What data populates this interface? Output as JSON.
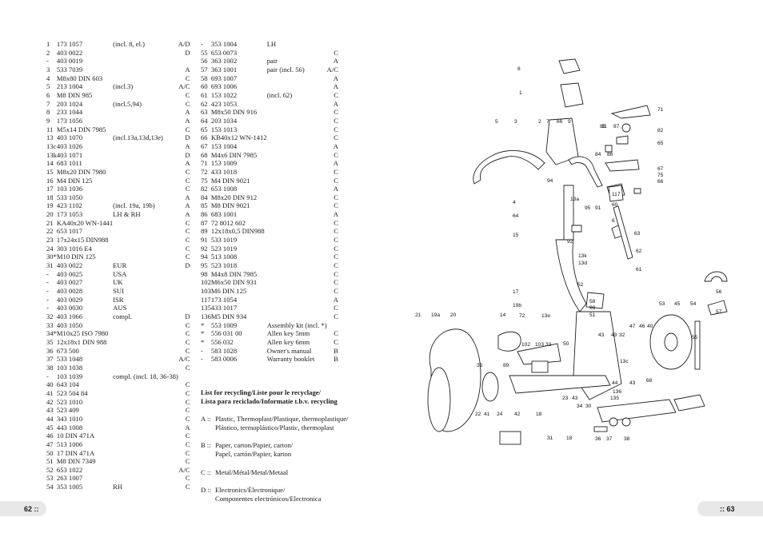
{
  "left_table": [
    {
      "pos": "1",
      "code": "173 1057",
      "desc": "(incl. 8, el.)",
      "cls": "A/D"
    },
    {
      "pos": "2",
      "code": "403 0022",
      "desc": "",
      "cls": "D"
    },
    {
      "pos": "-",
      "code": "403 0019",
      "desc": "",
      "cls": ""
    },
    {
      "pos": "3",
      "code": "533 7039",
      "desc": "",
      "cls": "A"
    },
    {
      "pos": "4",
      "code": "M8x80 DIN 603",
      "desc": "",
      "cls": "C"
    },
    {
      "pos": "5",
      "code": "213 1004",
      "desc": "(incl.3)",
      "cls": "A/C"
    },
    {
      "pos": "6",
      "code": "M8 DIN 985",
      "desc": "",
      "cls": "C"
    },
    {
      "pos": "7",
      "code": "203 1024",
      "desc": "(incl.5,94)",
      "cls": "C"
    },
    {
      "pos": "8",
      "code": "233 1044",
      "desc": "",
      "cls": "A"
    },
    {
      "pos": "9",
      "code": "173 1056",
      "desc": "",
      "cls": "A"
    },
    {
      "pos": "11",
      "code": "M5x14 DIN 7985",
      "desc": "",
      "cls": "C"
    },
    {
      "pos": "13",
      "code": "403 1070",
      "desc": "(incl.13a,13d,13e)",
      "cls": "D"
    },
    {
      "pos": "13c",
      "code": "403 1026",
      "desc": "",
      "cls": "A"
    },
    {
      "pos": "13k",
      "code": "403 1071",
      "desc": "",
      "cls": "D"
    },
    {
      "pos": "14",
      "code": "683 1011",
      "desc": "",
      "cls": "A"
    },
    {
      "pos": "15",
      "code": "M8x20 DIN 7980",
      "desc": "",
      "cls": "C"
    },
    {
      "pos": "16",
      "code": "M4 DIN 125",
      "desc": "",
      "cls": "C"
    },
    {
      "pos": "17",
      "code": "103 1036",
      "desc": "",
      "cls": "C"
    },
    {
      "pos": "18",
      "code": "533 1050",
      "desc": "",
      "cls": "A"
    },
    {
      "pos": "19",
      "code": "423 1102",
      "desc": "(incl. 19a, 19b)",
      "cls": "A"
    },
    {
      "pos": "20",
      "code": "173 1053",
      "desc": "LH & RH",
      "cls": "A"
    },
    {
      "pos": "21",
      "code": "KA40x20 WN-1441",
      "desc": "",
      "cls": "C"
    },
    {
      "pos": "22",
      "code": "653 1017",
      "desc": "",
      "cls": "C"
    },
    {
      "pos": "23",
      "code": "17x24x15 DIN988",
      "desc": "",
      "cls": "C"
    },
    {
      "pos": "24",
      "code": "303 1016 E4",
      "desc": "",
      "cls": "C"
    },
    {
      "pos": "30*",
      "code": "M10 DIN 125",
      "desc": "",
      "cls": "C"
    },
    {
      "pos": "31",
      "code": "403 0022",
      "desc": "EUR",
      "cls": "D"
    },
    {
      "pos": "-",
      "code": "403 0025",
      "desc": "USA",
      "cls": ""
    },
    {
      "pos": "-",
      "code": "403 0027",
      "desc": "UK",
      "cls": ""
    },
    {
      "pos": "-",
      "code": "403 0028",
      "desc": "SUI",
      "cls": ""
    },
    {
      "pos": "-",
      "code": "403 0029",
      "desc": "ISR",
      "cls": ""
    },
    {
      "pos": "-",
      "code": "403 0030",
      "desc": "AUS",
      "cls": ""
    },
    {
      "pos": "32",
      "code": "403 1066",
      "desc": "compl.",
      "cls": "D"
    },
    {
      "pos": "33",
      "code": "403 1050",
      "desc": "",
      "cls": "C"
    },
    {
      "pos": "34*",
      "code": "M10x25 ISO 7980",
      "desc": "",
      "cls": "C"
    },
    {
      "pos": "35",
      "code": "12x18x1 DIN 988",
      "desc": "",
      "cls": "C"
    },
    {
      "pos": "36",
      "code": "673 500",
      "desc": "",
      "cls": "C"
    },
    {
      "pos": "37",
      "code": "533 1048",
      "desc": "",
      "cls": "A/C"
    },
    {
      "pos": "38",
      "code": "103 1038",
      "desc": "",
      "cls": "C"
    },
    {
      "pos": "-",
      "code": "103 1039",
      "desc": "compl. (incl. 18, 36-38)",
      "cls": ""
    },
    {
      "pos": "40",
      "code": "643 104",
      "desc": "",
      "cls": "C"
    },
    {
      "pos": "41",
      "code": "523 504 84",
      "desc": "",
      "cls": "C"
    },
    {
      "pos": "42",
      "code": "523 1010",
      "desc": "",
      "cls": "C"
    },
    {
      "pos": "43",
      "code": "523 409",
      "desc": "",
      "cls": "C"
    },
    {
      "pos": "44",
      "code": "343 1010",
      "desc": "",
      "cls": "C"
    },
    {
      "pos": "45",
      "code": "443 1008",
      "desc": "",
      "cls": "A"
    },
    {
      "pos": "46",
      "code": "10 DIN 471A",
      "desc": "",
      "cls": "C"
    },
    {
      "pos": "47",
      "code": "513 1006",
      "desc": "",
      "cls": "C"
    },
    {
      "pos": "50",
      "code": "17 DIN 471A",
      "desc": "",
      "cls": "C"
    },
    {
      "pos": "51",
      "code": "M8 DIN 7349",
      "desc": "",
      "cls": "C"
    },
    {
      "pos": "52",
      "code": "653 1022",
      "desc": "",
      "cls": "A/C"
    },
    {
      "pos": "53",
      "code": "263 1007",
      "desc": "",
      "cls": "C"
    },
    {
      "pos": "54",
      "code": "353 1005",
      "desc": "RH",
      "cls": "C"
    }
  ],
  "right_table": [
    {
      "pos": "-",
      "code": "353 1004",
      "desc": "LH",
      "cls": ""
    },
    {
      "pos": "55",
      "code": "653 0073",
      "desc": "",
      "cls": "C"
    },
    {
      "pos": "56",
      "code": "363 1002",
      "desc": "pair",
      "cls": "A"
    },
    {
      "pos": "57",
      "code": "363 1001",
      "desc": "pair (incl. 56)",
      "cls": "A/C"
    },
    {
      "pos": "58",
      "code": "693 1007",
      "desc": "",
      "cls": "A"
    },
    {
      "pos": "60",
      "code": "693 1006",
      "desc": "",
      "cls": "A"
    },
    {
      "pos": "61",
      "code": "153 1022",
      "desc": "(incl. 62)",
      "cls": "C"
    },
    {
      "pos": "62",
      "code": "423 1053",
      "desc": "",
      "cls": "A"
    },
    {
      "pos": "63",
      "code": "M8x50 DIN 916",
      "desc": "",
      "cls": "C"
    },
    {
      "pos": "64",
      "code": "203 1034",
      "desc": "",
      "cls": "C"
    },
    {
      "pos": "65",
      "code": "153 1013",
      "desc": "",
      "cls": "C"
    },
    {
      "pos": "66",
      "code": "KB40x12 WN-1412",
      "desc": "",
      "cls": "C"
    },
    {
      "pos": "67",
      "code": "153 1004",
      "desc": "",
      "cls": "A"
    },
    {
      "pos": "68",
      "code": "M4x6 DIN 7985",
      "desc": "",
      "cls": "C"
    },
    {
      "pos": "71",
      "code": "153 1009",
      "desc": "",
      "cls": "A"
    },
    {
      "pos": "72",
      "code": "433 1018",
      "desc": "",
      "cls": "C"
    },
    {
      "pos": "75",
      "code": "M4 DIN 9021",
      "desc": "",
      "cls": "C"
    },
    {
      "pos": "82",
      "code": "653 1008",
      "desc": "",
      "cls": "A"
    },
    {
      "pos": "84",
      "code": "M8x20 DIN 912",
      "desc": "",
      "cls": "C"
    },
    {
      "pos": "85",
      "code": "M8 DIN 9021",
      "desc": "",
      "cls": "C"
    },
    {
      "pos": "86",
      "code": "683 1001",
      "desc": "",
      "cls": "A"
    },
    {
      "pos": "87",
      "code": "72 8012 602",
      "desc": "",
      "cls": "C"
    },
    {
      "pos": "89",
      "code": "12x18x0,5 DIN988",
      "desc": "",
      "cls": "C"
    },
    {
      "pos": "91",
      "code": "533 1019",
      "desc": "",
      "cls": "C"
    },
    {
      "pos": "92",
      "code": "523 1019",
      "desc": "",
      "cls": "C"
    },
    {
      "pos": "94",
      "code": "513 1008",
      "desc": "",
      "cls": "C"
    },
    {
      "pos": "95",
      "code": "523 1018",
      "desc": "",
      "cls": "C"
    },
    {
      "pos": "98",
      "code": "M4x8 DIN 7985",
      "desc": "",
      "cls": "C"
    },
    {
      "pos": "102",
      "code": "M6x50 DIN 931",
      "desc": "",
      "cls": "C"
    },
    {
      "pos": "103",
      "code": "M6 DIN 125",
      "desc": "",
      "cls": "C"
    },
    {
      "pos": "117",
      "code": "173 1054",
      "desc": "",
      "cls": "A"
    },
    {
      "pos": "135",
      "code": "433 1017",
      "desc": "",
      "cls": "C"
    },
    {
      "pos": "136",
      "code": "M5 DIN 934",
      "desc": "",
      "cls": "C"
    },
    {
      "pos": "*",
      "code": "553 1009",
      "desc": "Assembly kit (incl. *)",
      "cls": ""
    },
    {
      "pos": "*",
      "code": "556 031 00",
      "desc": "Allen key 5mm",
      "cls": "C"
    },
    {
      "pos": "*",
      "code": "556 032",
      "desc": "Allen key 6mm",
      "cls": "C"
    },
    {
      "pos": "-",
      "code": "583 1028",
      "desc": "Owner's manual",
      "cls": "B"
    },
    {
      "pos": "-",
      "code": "583 0006",
      "desc": "Warranty booklet",
      "cls": "B"
    }
  ],
  "recycling": {
    "title_line1": "List for recycling/Liste pour le recyclage/",
    "title_line2": "Lista para reciclado/Informatie t.b.v. recycling",
    "entries": [
      {
        "label": "A ::",
        "line1": "Plastic, Thermoplast/Plastique, thermoplastique/",
        "line2": "Plástico, termoplástico/Plastic, thermoplast"
      },
      {
        "label": "B ::",
        "line1": "Paper, carton/Papier, carton/",
        "line2": "Papel, cartón/Papier, karton"
      },
      {
        "label": "C ::",
        "line1": "Metal/Métal/Metal/Metaal",
        "line2": ""
      },
      {
        "label": "D ::",
        "line1": "Electronics/Électronique/",
        "line2": "Componentes electrónicos/Electronica"
      }
    ]
  },
  "page_numbers": {
    "left": "62 ::",
    "right": ":: 63"
  },
  "callouts": [
    "8",
    "1",
    "71",
    "5",
    "3",
    "2",
    "7",
    "66",
    "9",
    "11",
    "85",
    "87",
    "82",
    "84",
    "86",
    "65",
    "67",
    "75",
    "66",
    "94",
    "117",
    "4",
    "13a",
    "95",
    "91",
    "60",
    "64",
    "6",
    "15",
    "92",
    "63",
    "13k",
    "62",
    "13d",
    "61",
    "52",
    "56",
    "17",
    "58",
    "98",
    "51",
    "53",
    "45",
    "54",
    "57",
    "21",
    "19a",
    "20",
    "19b",
    "14",
    "72",
    "13e",
    "47",
    "46",
    "40",
    "55",
    "102",
    "103",
    "33",
    "50",
    "43",
    "43",
    "32",
    "35",
    "89",
    "13c",
    "68",
    "43",
    "44",
    "136",
    "135",
    "23",
    "43",
    "34",
    "30",
    "22",
    "41",
    "24",
    "42",
    "18",
    "31",
    "18",
    "36",
    "37",
    "38"
  ]
}
